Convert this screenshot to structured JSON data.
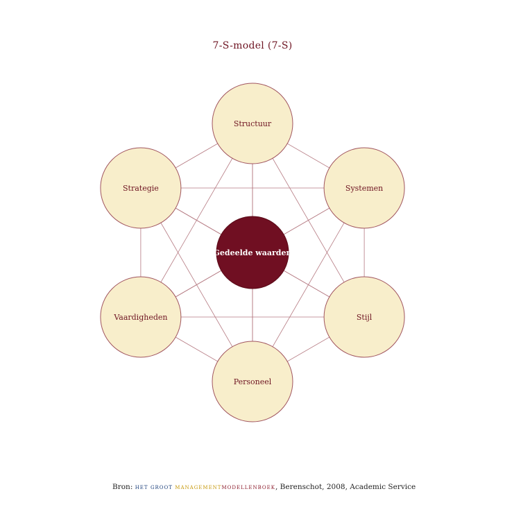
{
  "title": "7-S-model (7-S)",
  "colors": {
    "outer_fill": "#f8eecb",
    "outer_stroke": "#a0545e",
    "center_fill": "#700f22",
    "center_stroke": "#5a0a18",
    "label": "#6e1422",
    "center_label": "#ffffff",
    "line": "#b47880"
  },
  "nodes": [
    {
      "id": "structuur",
      "label": "Structuur"
    },
    {
      "id": "systemen",
      "label": "Systemen"
    },
    {
      "id": "stijl",
      "label": "Stijl"
    },
    {
      "id": "personeel",
      "label": "Personeel"
    },
    {
      "id": "vaardigheden",
      "label": "Vaardigheden"
    },
    {
      "id": "strategie",
      "label": "Strategie"
    }
  ],
  "center": {
    "id": "gedeelde-waarden",
    "label": "Gedeelde waarden"
  },
  "source": {
    "prefix": "Bron:",
    "word1": "het",
    "word2": "groot",
    "word3": "management",
    "word4": "modellenboek",
    "suffix": ", Berenschot, 2008, Academic Service"
  }
}
